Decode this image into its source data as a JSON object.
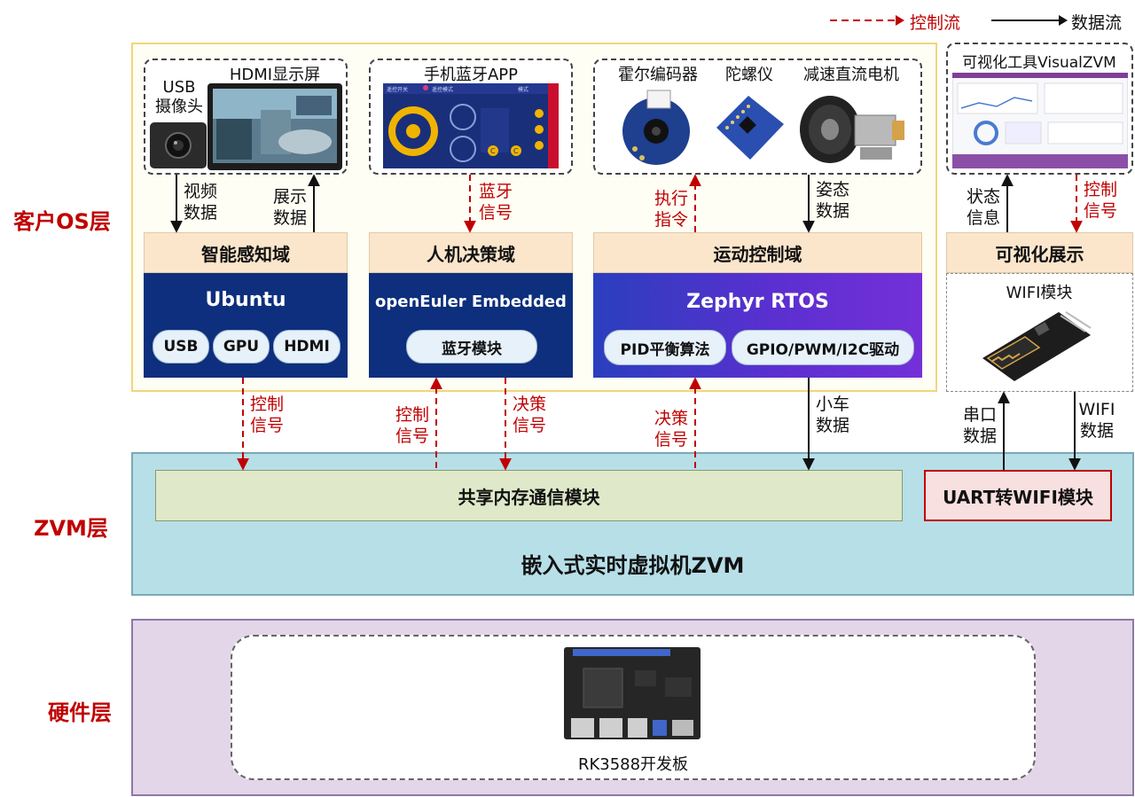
{
  "legend": {
    "control_flow": "控制流",
    "data_flow": "数据流"
  },
  "layers": {
    "client_os": "客户OS层",
    "zvm": "ZVM层",
    "hardware": "硬件层"
  },
  "captions": {
    "usb_camera": "USB\n摄像头",
    "hdmi_screen": "HDMI显示屏",
    "phone_app": "手机蓝牙APP",
    "hall_encoder": "霍尔编码器",
    "gyroscope": "陀螺仪",
    "dc_motor": "减速直流电机",
    "visual_tool": "可视化工具VisualZVM",
    "wifi_module": "WIFI模块",
    "rk3588": "RK3588开发板"
  },
  "domains": {
    "perception": "智能感知域",
    "decision": "人机决策域",
    "motion": "运动控制域",
    "visual": "可视化展示"
  },
  "os": {
    "ubuntu": {
      "name": "Ubuntu",
      "pills": [
        "USB",
        "GPU",
        "HDMI"
      ]
    },
    "openeuler": {
      "name": "openEuler Embedded",
      "pills": [
        "蓝牙模块"
      ]
    },
    "zephyr": {
      "name": "Zephyr RTOS",
      "pills": [
        "PID平衡算法",
        "GPIO/PWM/I2C驱动"
      ]
    }
  },
  "flows": {
    "video_data": "视频\n数据",
    "display_data": "展示\n数据",
    "bt_signal": "蓝牙\n信号",
    "exec_cmd": "执行\n指令",
    "attitude_data": "姿态\n数据",
    "status_info": "状态\n信息",
    "control_signal_vis": "控制\n信号",
    "control_signal_1": "控制\n信号",
    "control_signal_2": "控制\n信号",
    "decision_signal_1": "决策\n信号",
    "decision_signal_2": "决策\n信号",
    "car_data": "小车\n数据",
    "serial_data": "串口\n数据",
    "wifi_data": "WIFI\n数据"
  },
  "zvm": {
    "shared_memory": "共享内存通信模块",
    "uart_wifi": "UART转WIFI模块",
    "title": "嵌入式实时虚拟机ZVM"
  },
  "app_ui": {
    "tab1": "遥控开关",
    "tab2": "遥控模式",
    "tab3": "模式",
    "c1": "C",
    "c2": "C"
  },
  "colors": {
    "control": "#c00000",
    "data": "#111111"
  }
}
